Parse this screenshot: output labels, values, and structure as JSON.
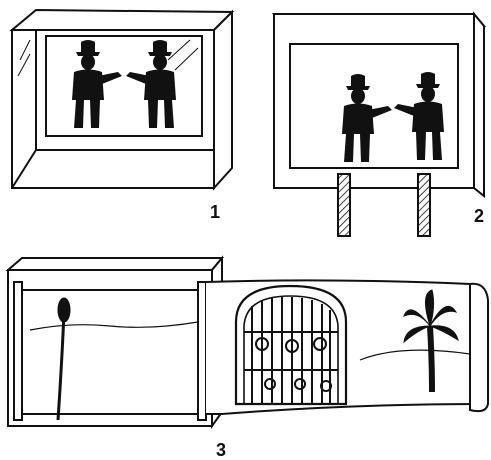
{
  "figure": {
    "panels": [
      {
        "label": "1",
        "depicts": "shadow-theater-glass-box"
      },
      {
        "label": "2",
        "depicts": "shadow-theater-on-stands"
      },
      {
        "label": "3",
        "depicts": "scroll-panorama-theater"
      }
    ]
  }
}
